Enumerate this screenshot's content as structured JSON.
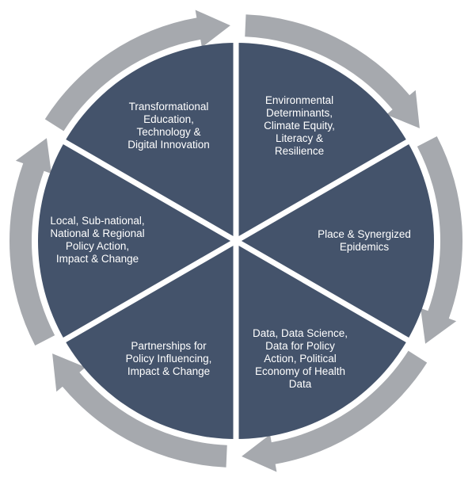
{
  "diagram": {
    "colors": {
      "segment_fill": "#44536b",
      "arrow_fill": "#a6a9ae",
      "divider": "#ffffff",
      "label_text": "#ffffff"
    },
    "segments": [
      {
        "id": "environment",
        "label": "Environmental\nDeterminants,\nClimate Equity,\nLiteracy &\nResilience"
      },
      {
        "id": "place",
        "label": "Place & Synergized\nEpidemics"
      },
      {
        "id": "data",
        "label": "Data, Data Science,\nData for Policy\nAction, Political\nEconomy of Health\nData"
      },
      {
        "id": "partnerships",
        "label": "Partnerships for\nPolicy Influencing,\nImpact & Change"
      },
      {
        "id": "policy",
        "label": "Local, Sub-national,\nNational & Regional\nPolicy Action,\nImpact  & Change"
      },
      {
        "id": "education",
        "label": "Transformational\nEducation,\nTechnology &\nDigital Innovation"
      }
    ]
  }
}
